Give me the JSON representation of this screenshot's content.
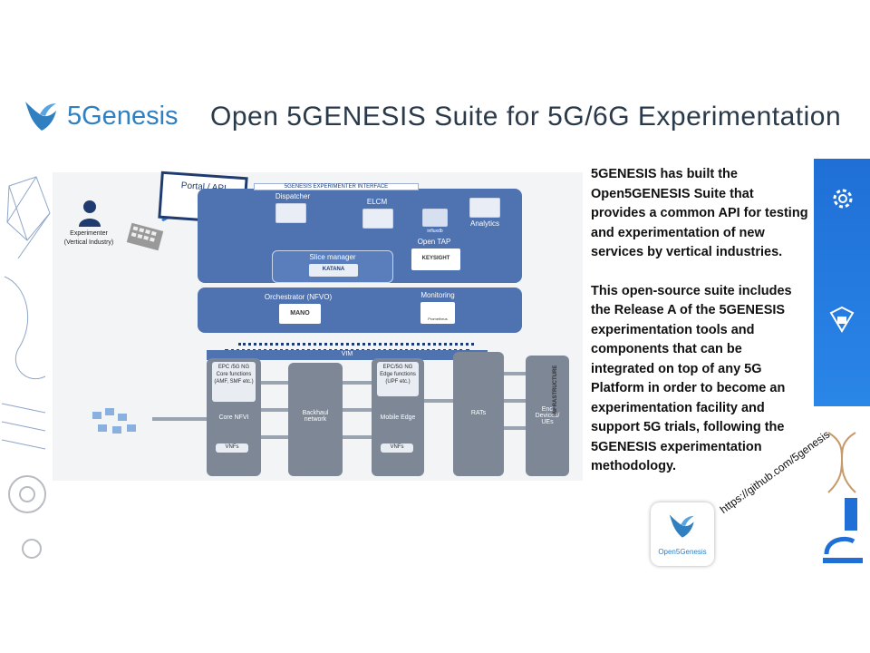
{
  "header": {
    "logo_text": "5Genesis",
    "title": "Open 5GENESIS Suite for 5G/6G Experimentation"
  },
  "diagram": {
    "experimenter_line1": "Experimenter",
    "experimenter_line2": "(Vertical Industry)",
    "portal_label": "Portal / API",
    "interface_label": "5GENESIS EXPERIMENTER INTERFACE",
    "dispatcher": "Dispatcher",
    "elcm": "ELCM",
    "analytics": "Analytics",
    "slice_manager": "Slice manager",
    "slice_logo": "KATANA",
    "open_tap": "Open TAP",
    "open_tap_logo": "KEYSIGHT",
    "influx_logo": "influxdb",
    "orchestrator": "Orchestrator (NFVO)",
    "orchestrator_logo": "MANO",
    "monitoring": "Monitoring",
    "monitoring_logo": "Prometheus",
    "vim": "VIM",
    "infrastructure": "INFRASTRUCTURE",
    "core_box": "EPC /5G NG Core functions (AMF, SMF etc.)",
    "core_nfvi": "Core NFVI",
    "vnfs1": "VNFs",
    "backhaul": "Backhaul network",
    "edge_box": "EPC/5G NG Edge functions (UPF etc.)",
    "mobile_edge": "Mobile Edge",
    "vnfs2": "VNFs",
    "rats": "RATs",
    "end_devices": "End Devices/ UEs"
  },
  "text": {
    "paragraph1": "5GENESIS has built the Open5GENESIS Suite that provides a common API for testing and experimentation of new services by vertical industries.",
    "paragraph2": "This open-source suite includes the Release A of the 5GENESIS experimentation tools and components that can be integrated on top of any 5G Platform in order to become an experimentation facility and support 5G trials, following the 5GENESIS experimentation methodology."
  },
  "footer": {
    "github_url": "https://github.com/5genesis",
    "open5g_logo_text": "Open5Genesis"
  },
  "colors": {
    "brand_blue": "#2f7fc1",
    "diagram_blue": "#4f73b0",
    "band_blue": "#1f6fd6"
  }
}
